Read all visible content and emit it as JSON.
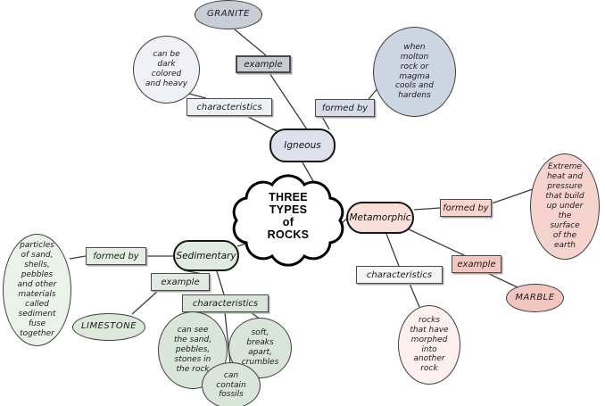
{
  "diagram": {
    "center": {
      "title": "THREE\nTYPES\nof\nROCKS"
    },
    "relation_labels": {
      "example": "example",
      "characteristics": "characteristics",
      "formed_by": "formed by"
    },
    "igneous": {
      "name": "Igneous",
      "example": "GRANITE",
      "characteristic": "can be\ndark\ncolored\nand heavy",
      "formed_by": "when\nmolton\nrock or\nmagma\ncools and\nhardens",
      "accent_color": "#dee1eb"
    },
    "metamorphic": {
      "name": "Metamorphic",
      "example": "MARBLE",
      "characteristic": "rocks\nthat have\nmorphed\ninto\nanother\nrock",
      "formed_by": "Extreme\nheat and\npressure\nthat build\nup under\nthe\nsurface\nof the\nearth",
      "accent_color": "#f8d5ce"
    },
    "sedimentary": {
      "name": "Sedimentary",
      "example": "LIMESTONE",
      "characteristics": [
        "can see\nthe sand,\npebbles,\nstones in\nthe rock",
        "soft,\nbreaks\napart,\ncrumbles",
        "can\ncontain\nfossils"
      ],
      "formed_by": "particles\nof sand,\nshells,\npebbles\nand other\nmaterials\ncalled\nsediment\nfuse\ntogether",
      "accent_color": "#dde8dc"
    }
  }
}
